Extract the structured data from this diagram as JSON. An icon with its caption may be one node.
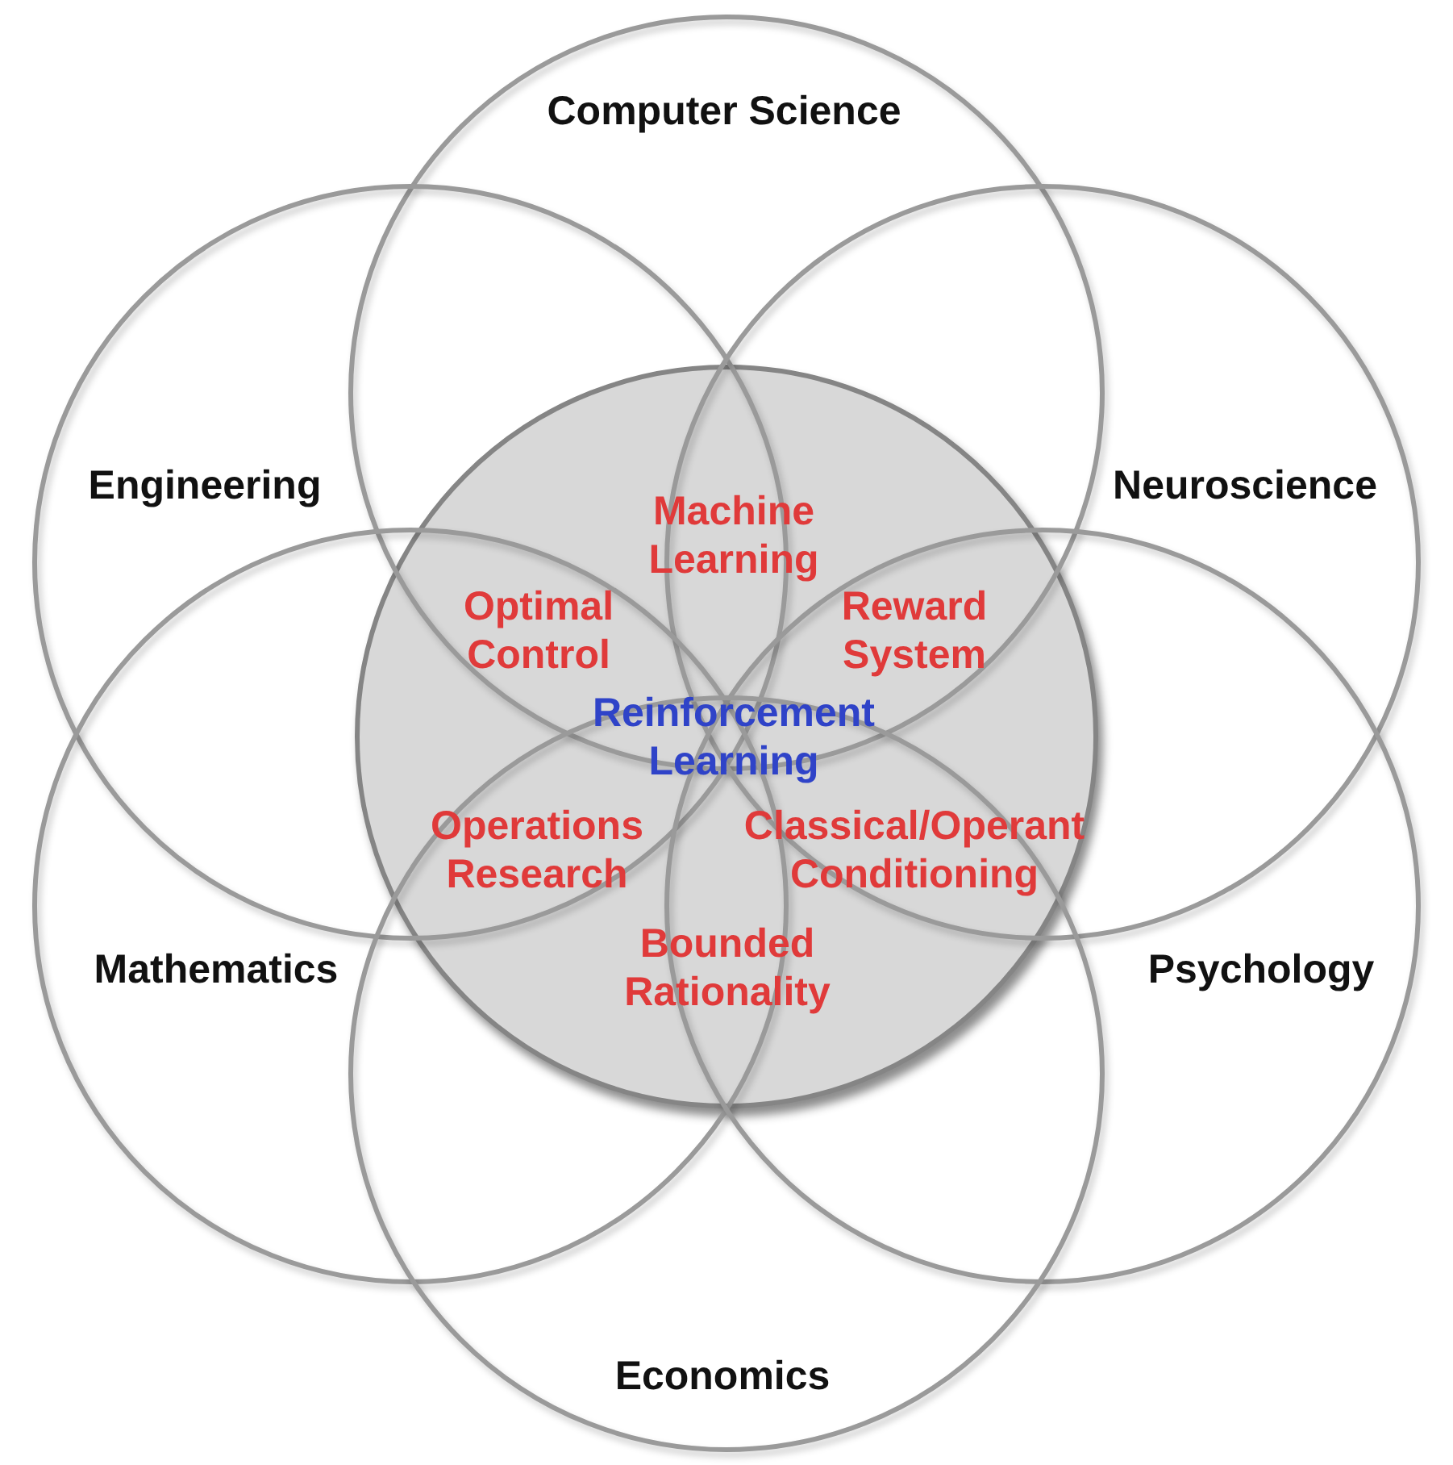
{
  "diagram": {
    "nodes": [
      {
        "text": [
          "Computer Science"
        ]
      },
      {
        "text": [
          "Engineering"
        ]
      },
      {
        "text": [
          "Neuroscience"
        ]
      },
      {
        "text": [
          "Reinforcement Learning"
        ]
      },
      {
        "text": [
          "Mathematics"
        ]
      },
      {
        "text": [
          "Psychology"
        ]
      },
      {
        "text": [
          "Economics"
        ]
      }
    ],
    "labels": [
      "Machine Learning",
      "Optimal Control",
      "Reward System",
      "Operations Research",
      "Classical/Operant Conditioning",
      "Bounded Rationality"
    ]
  }
}
